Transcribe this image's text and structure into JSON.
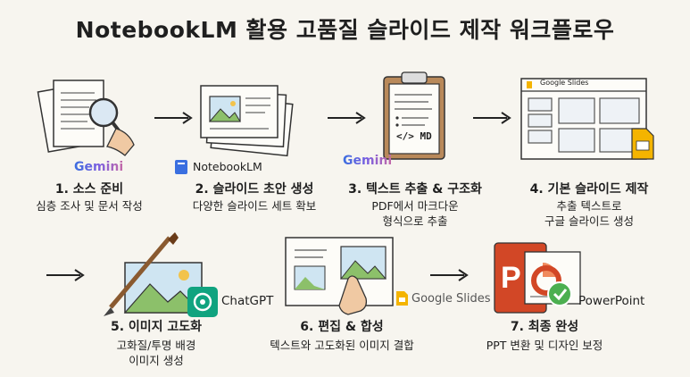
{
  "title": "NotebookLM 활용 고품질 슬라이드 제작 워크플로우",
  "steps": [
    {
      "title": "1. 소스 준비",
      "desc": [
        "심층 조사 및 문서 작성"
      ],
      "tool": "Gemini"
    },
    {
      "title": "2. 슬라이드 초안 생성",
      "desc": [
        "다양한 슬라이드 세트 확보"
      ],
      "tool": "NotebookLM"
    },
    {
      "title": "3. 텍스트 추출 & 구조화",
      "desc": [
        "PDF에서 마크다운",
        "형식으로 추출"
      ],
      "tool": "Gemini",
      "badge": "</> MD"
    },
    {
      "title": "4. 기본 슬라이드 제작",
      "desc": [
        "추출 텍스트로",
        "구글 슬라이드 생성"
      ],
      "tool_header": "Google Slides"
    },
    {
      "title": "5. 이미지 고도화",
      "desc": [
        "고화질/투명 배경",
        "이미지 생성"
      ],
      "tool": "ChatGPT"
    },
    {
      "title": "6. 편집 & 합성",
      "desc": [
        "텍스트와 고도화된 이미지 결합"
      ],
      "tool": "Google Slides"
    },
    {
      "title": "7. 최종 완성",
      "desc": [
        "PPT 변환 및 디자인 보정"
      ],
      "tool": "PowerPoint"
    }
  ],
  "colors": {
    "background": "#f7f5ef",
    "gemini": "#4a6fe0",
    "notebooklm": "#3a6fe0",
    "google_slides": "#f4b400",
    "chatgpt": "#10a37f",
    "powerpoint": "#d24726"
  }
}
